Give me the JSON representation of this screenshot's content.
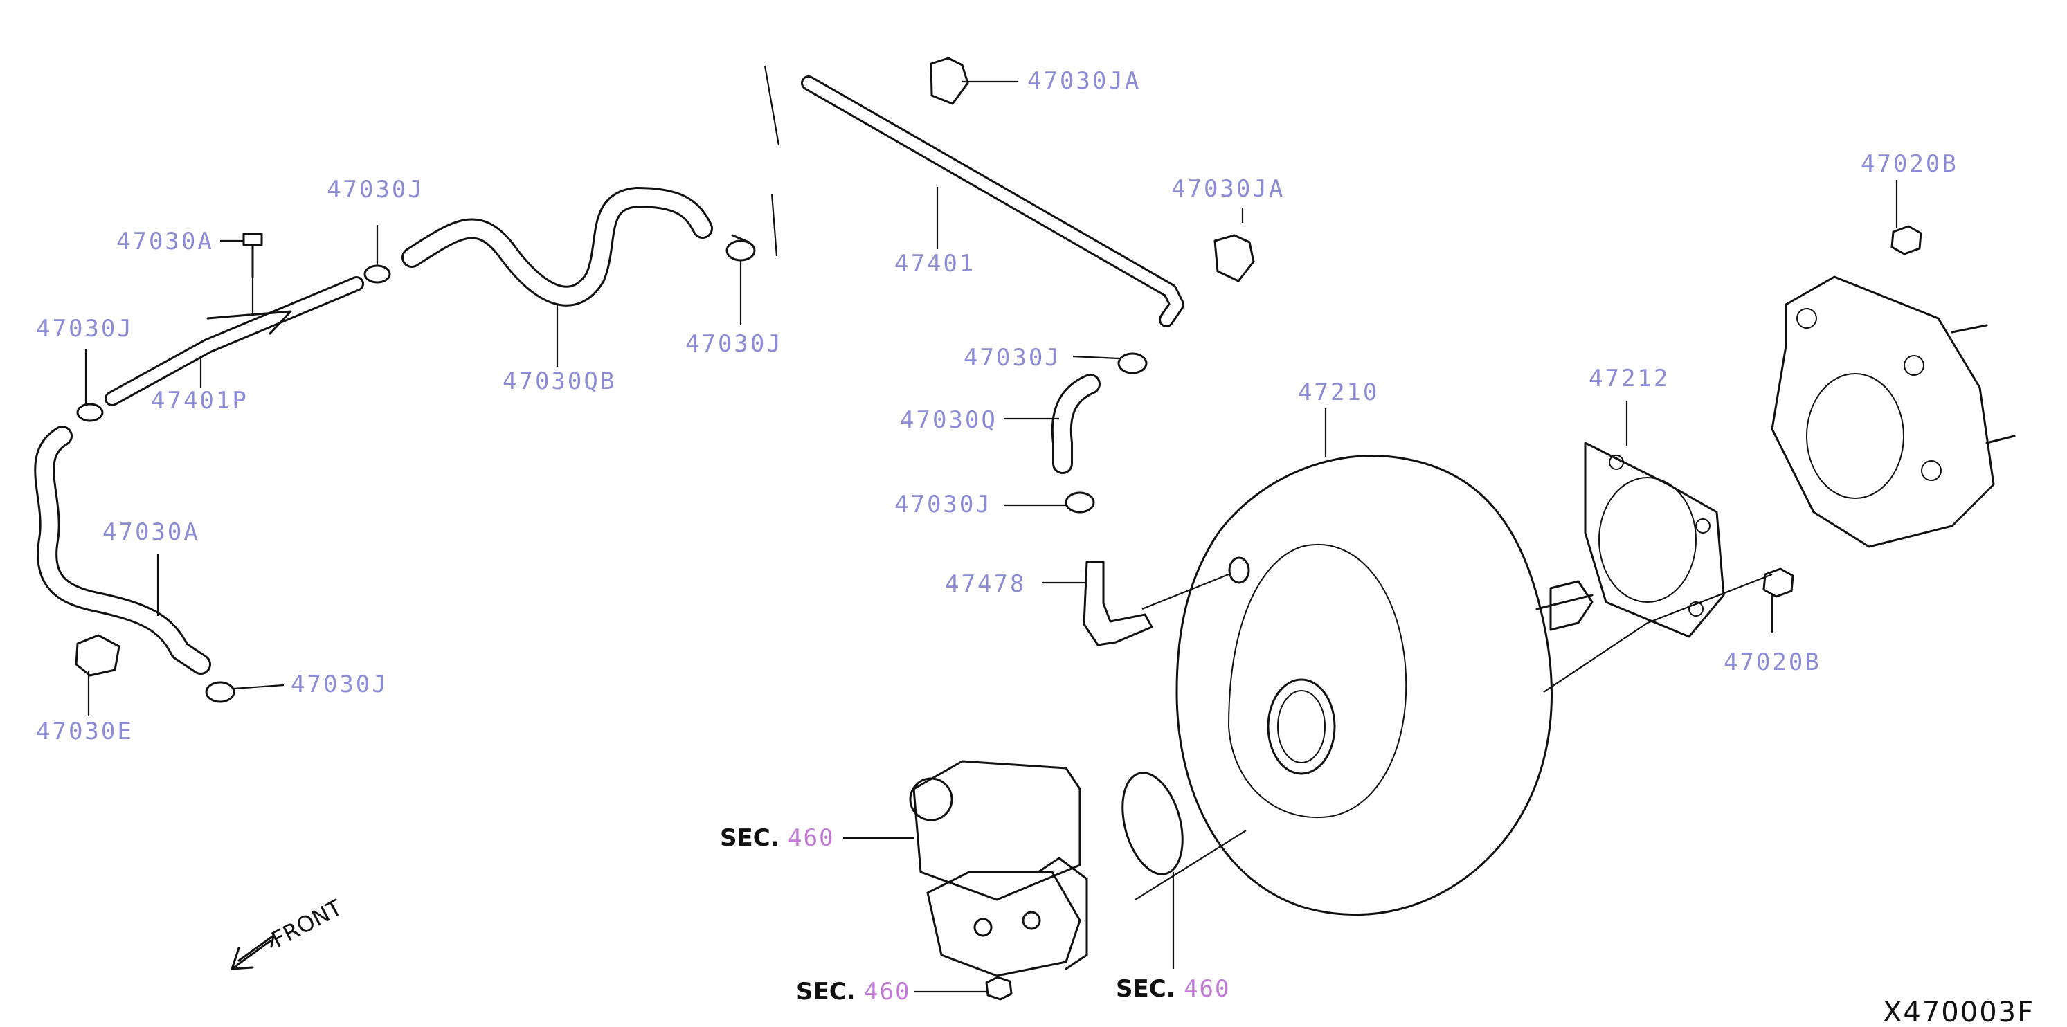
{
  "diagram_id": "X470003F",
  "front_label": "FRONT",
  "sec_prefix": "SEC.",
  "labels": {
    "p47030JA_top": "47030JA",
    "p47030JA_mid": "47030JA",
    "p47020B_top": "47020B",
    "p47020B_bottom": "47020B",
    "p47030J_top": "47030J",
    "p47030A": "47030A",
    "p47030J_left": "47030J",
    "p47401P": "47401P",
    "p47030QB": "47030QB",
    "p47030J_center": "47030J",
    "p47401": "47401",
    "p47030J_right": "47030J",
    "p47030Q": "47030Q",
    "p47030J_lower": "47030J",
    "p47478": "47478",
    "p47210": "47210",
    "p47212": "47212",
    "p47030A_hose": "47030A",
    "p47030J_bottom": "47030J",
    "p47030E": "47030E",
    "sec_master": "460",
    "sec_oring": "460",
    "sec_nut": "460"
  }
}
